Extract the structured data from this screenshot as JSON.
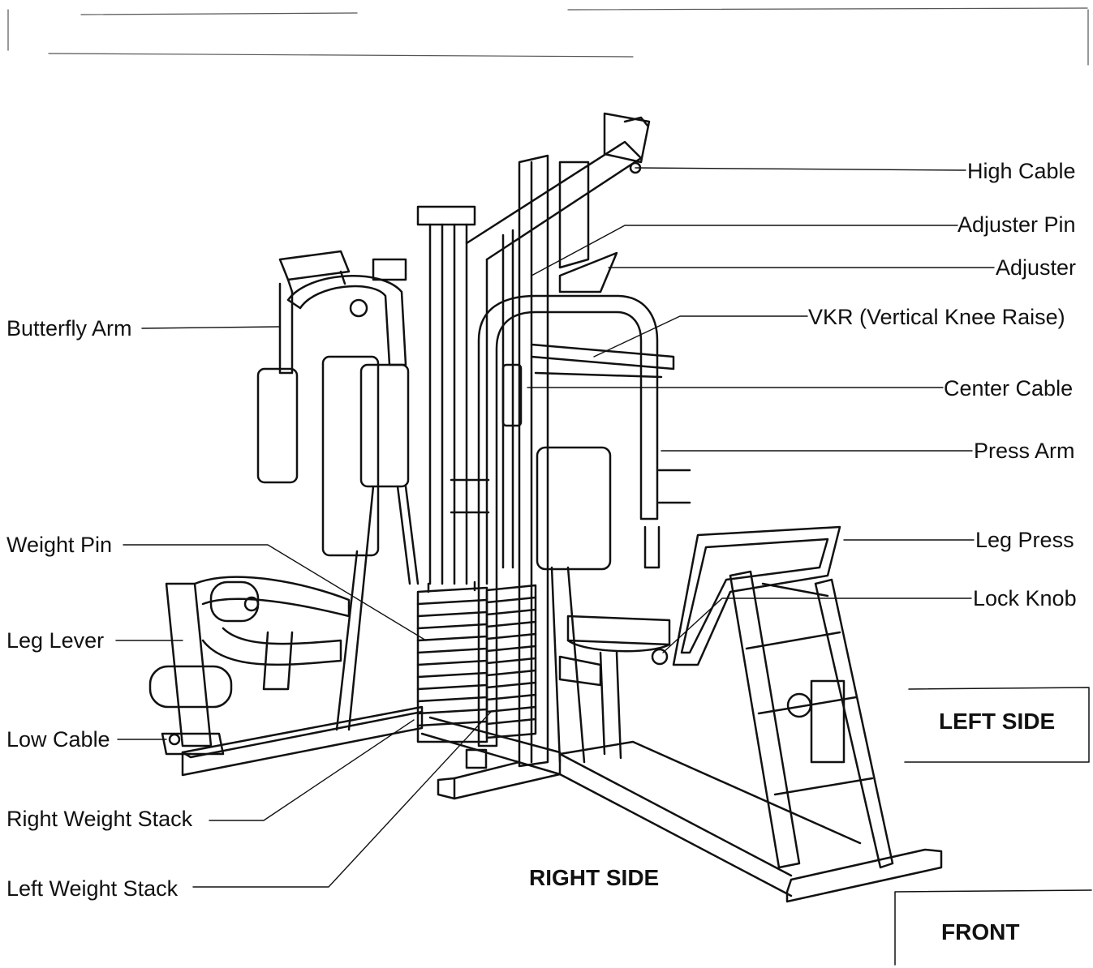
{
  "labels": {
    "high_cable": "High Cable",
    "adjuster_pin": "Adjuster Pin",
    "adjuster": "Adjuster",
    "vkr": "VKR (Vertical Knee Raise)",
    "center_cable": "Center Cable",
    "press_arm": "Press Arm",
    "leg_press": "Leg Press",
    "lock_knob": "Lock Knob",
    "butterfly_arm": "Butterfly Arm",
    "weight_pin": "Weight Pin",
    "leg_lever": "Leg Lever",
    "low_cable": "Low Cable",
    "right_weight_stack": "Right Weight Stack",
    "left_weight_stack": "Left Weight Stack"
  },
  "sides": {
    "left": "LEFT SIDE",
    "right": "RIGHT SIDE",
    "front": "FRONT"
  }
}
